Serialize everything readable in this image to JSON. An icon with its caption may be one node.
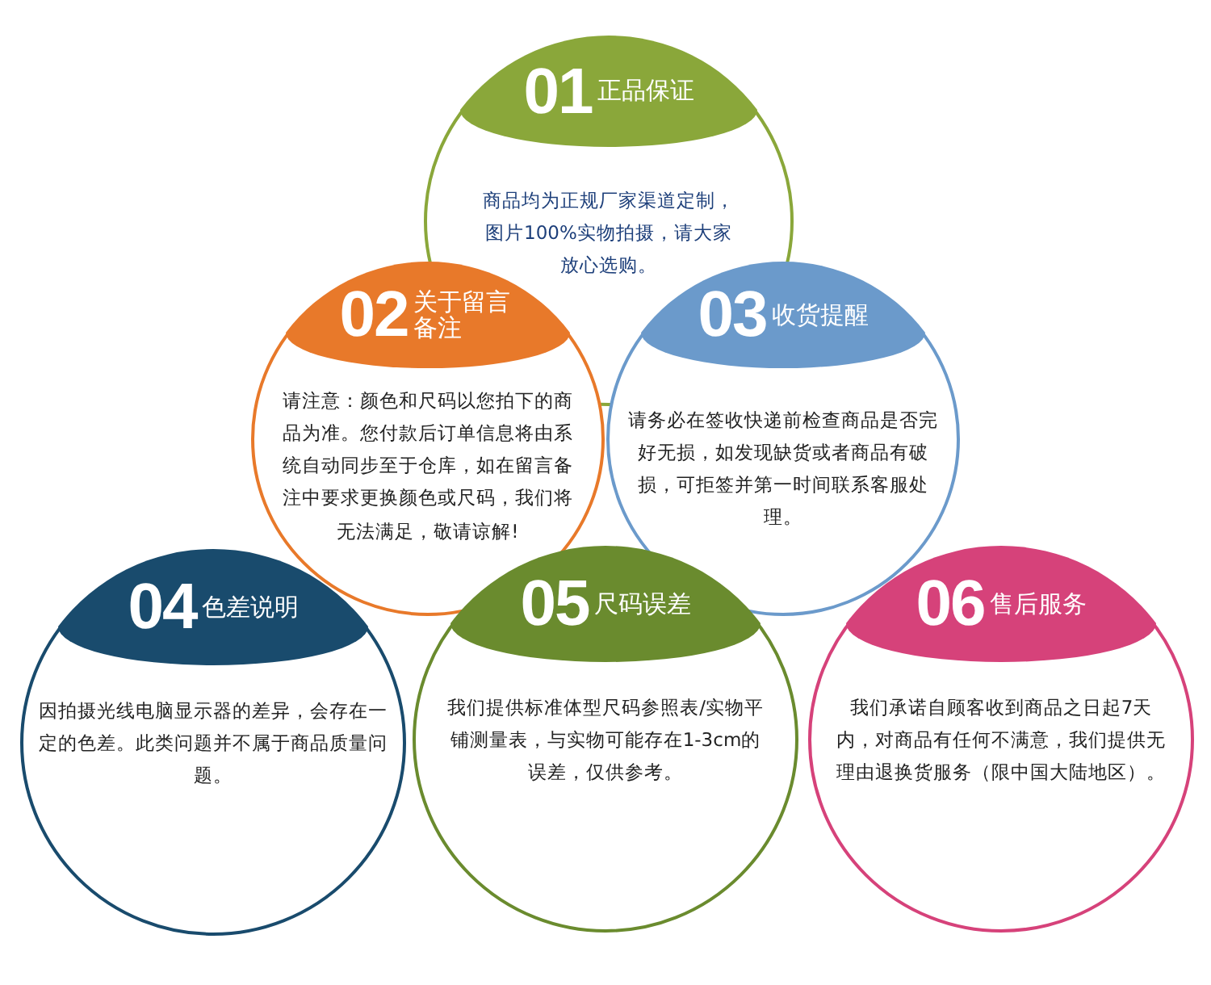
{
  "diagram": {
    "nodes": [
      {
        "text": [
          "01",
          "正品保证",
          "商品均为正规厂家渠道定制，图片100%实物拍摄，请大家放心选购。"
        ]
      },
      {
        "text": [
          "02",
          "关于留言备注",
          "请注意：颜色和尺码以您拍下的商品为准。您付款后订单信息将由系统自动同步至于仓库，如在留言备注中要求更换颜色或尺码，我们将无法满足，敬请谅解!"
        ]
      },
      {
        "text": [
          "03",
          "收货提醒",
          "请务必在签收快递前检查商品是否完好无损，如发现缺货或者商品有破损，可拒签并第一时间联系客服处理。"
        ]
      },
      {
        "text": [
          "04",
          "色差说明",
          "因拍摄光线电脑显示器的差异，会存在一定的色差。此类问题并不属于商品质量问题。"
        ]
      },
      {
        "text": [
          "05",
          "尺码误差",
          "我们提供标准体型尺码参照表/实物平铺测量表，与实物可能存在1-3cm的误差，仅供参考。"
        ]
      },
      {
        "text": [
          "06",
          "售后服务",
          "我们承诺自顾客收到商品之日起7天内，对商品有任何不满意，我们提供无理由退换货服务（限中国大陆地区）。"
        ]
      }
    ]
  }
}
